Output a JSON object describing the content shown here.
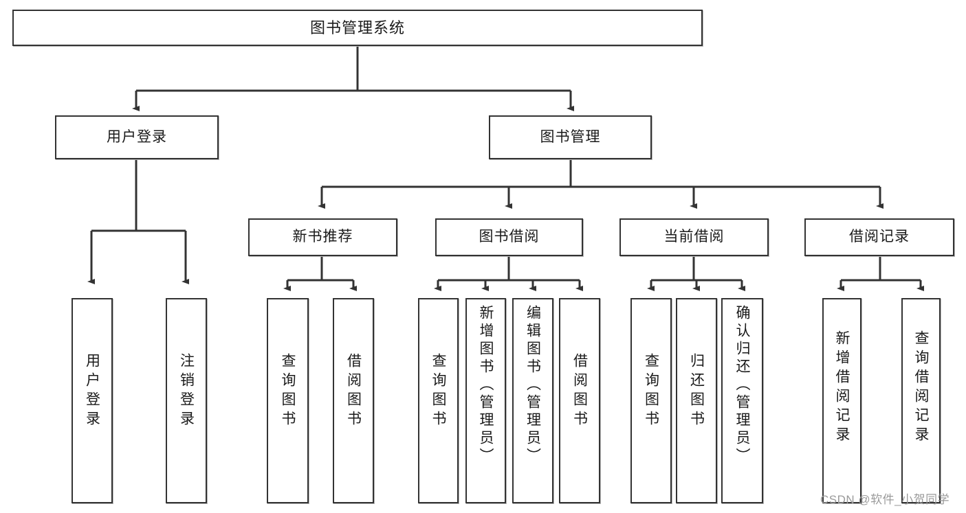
{
  "diagram": {
    "type": "tree-hierarchy",
    "title": "图书管理系统",
    "root": {
      "id": "root",
      "label": "图书管理系统"
    },
    "level2": [
      {
        "id": "user-login",
        "label": "用户登录"
      },
      {
        "id": "book-management",
        "label": "图书管理"
      }
    ],
    "level3": [
      {
        "id": "new-book-recommend",
        "label": "新书推荐",
        "parent": "book-management"
      },
      {
        "id": "book-borrow",
        "label": "图书借阅",
        "parent": "book-management"
      },
      {
        "id": "current-borrow",
        "label": "当前借阅",
        "parent": "book-management"
      },
      {
        "id": "borrow-record",
        "label": "借阅记录",
        "parent": "book-management"
      }
    ],
    "leaves": [
      {
        "id": "leaf-user-login",
        "label": "用户登录",
        "parent": "user-login"
      },
      {
        "id": "leaf-user-logout",
        "label": "注销登录",
        "parent": "user-login"
      },
      {
        "id": "leaf-query-book-1",
        "label": "查询图书",
        "parent": "new-book-recommend"
      },
      {
        "id": "leaf-borrow-book-1",
        "label": "借阅图书",
        "parent": "new-book-recommend"
      },
      {
        "id": "leaf-query-book-2",
        "label": "查询图书",
        "parent": "book-borrow"
      },
      {
        "id": "leaf-add-book",
        "label": "新增图书（管理员）",
        "parent": "book-borrow"
      },
      {
        "id": "leaf-edit-book",
        "label": "编辑图书（管理员）",
        "parent": "book-borrow"
      },
      {
        "id": "leaf-borrow-book-2",
        "label": "借阅图书",
        "parent": "book-borrow"
      },
      {
        "id": "leaf-query-book-3",
        "label": "查询图书",
        "parent": "current-borrow"
      },
      {
        "id": "leaf-return-book",
        "label": "归还图书",
        "parent": "current-borrow"
      },
      {
        "id": "leaf-confirm-return",
        "label": "确认归还（管理员）",
        "parent": "current-borrow"
      },
      {
        "id": "leaf-add-record",
        "label": "新增借阅记录",
        "parent": "borrow-record"
      },
      {
        "id": "leaf-query-record",
        "label": "查询借阅记录",
        "parent": "borrow-record"
      }
    ]
  },
  "watermark": {
    "text": "CSDN @软件_小贺同学"
  },
  "colors": {
    "box_border": "#333333",
    "box_fill": "#ffffff",
    "connector": "#333333",
    "text": "#1a1a1a",
    "watermark": "#9a9a9a"
  }
}
